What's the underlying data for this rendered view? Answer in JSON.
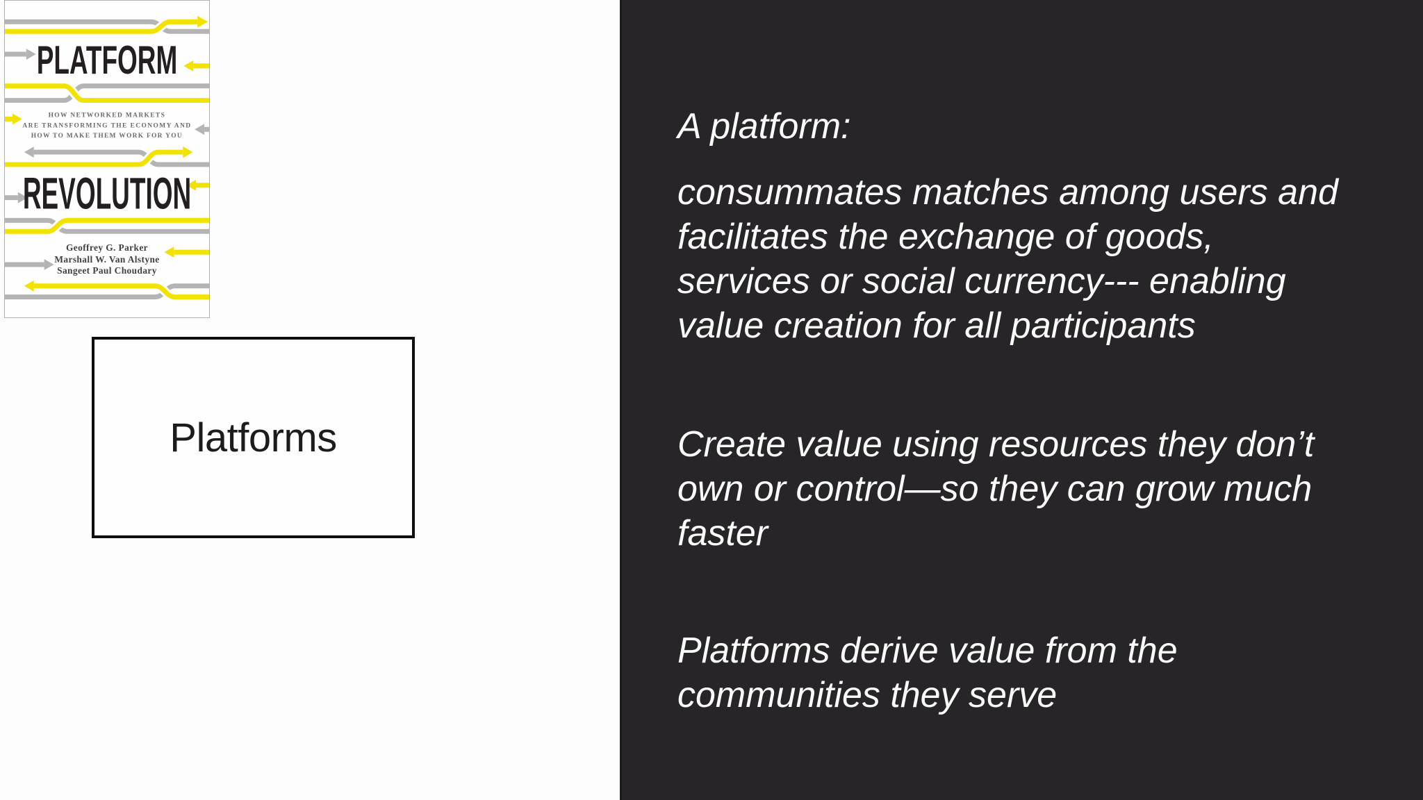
{
  "slide": {
    "book_cover": {
      "title_line1": "PLATFORM",
      "title_line2": "REVOLUTION",
      "subtitle_line1": "HOW NETWORKED MARKETS",
      "subtitle_line2": "ARE TRANSFORMING THE ECONOMY AND",
      "subtitle_line3": "HOW TO MAKE THEM WORK FOR YOU",
      "author_line1": "Geoffrey G. Parker",
      "author_line2": "Marshall W. Van Alstyne",
      "author_line3": "Sangeet Paul Choudary"
    },
    "diagram_box": {
      "label": "Platforms"
    },
    "panel": {
      "heading": "A platform:",
      "paragraph1": "consummates matches among users and\nfacilitates the exchange of goods,\nservices or social currency--- enabling\nvalue creation for all participants",
      "paragraph2": "Create value using resources they don’t\nown or control—so they can grow much\nfaster",
      "paragraph3": "Platforms derive value from the\ncommunities they serve"
    }
  },
  "colors": {
    "panel-bg": "#272528",
    "panel-text": "#fafafa",
    "cover-yellow": "#f2e200",
    "cover-gray": "#b4b4b4",
    "cover-ink": "#231f20"
  }
}
